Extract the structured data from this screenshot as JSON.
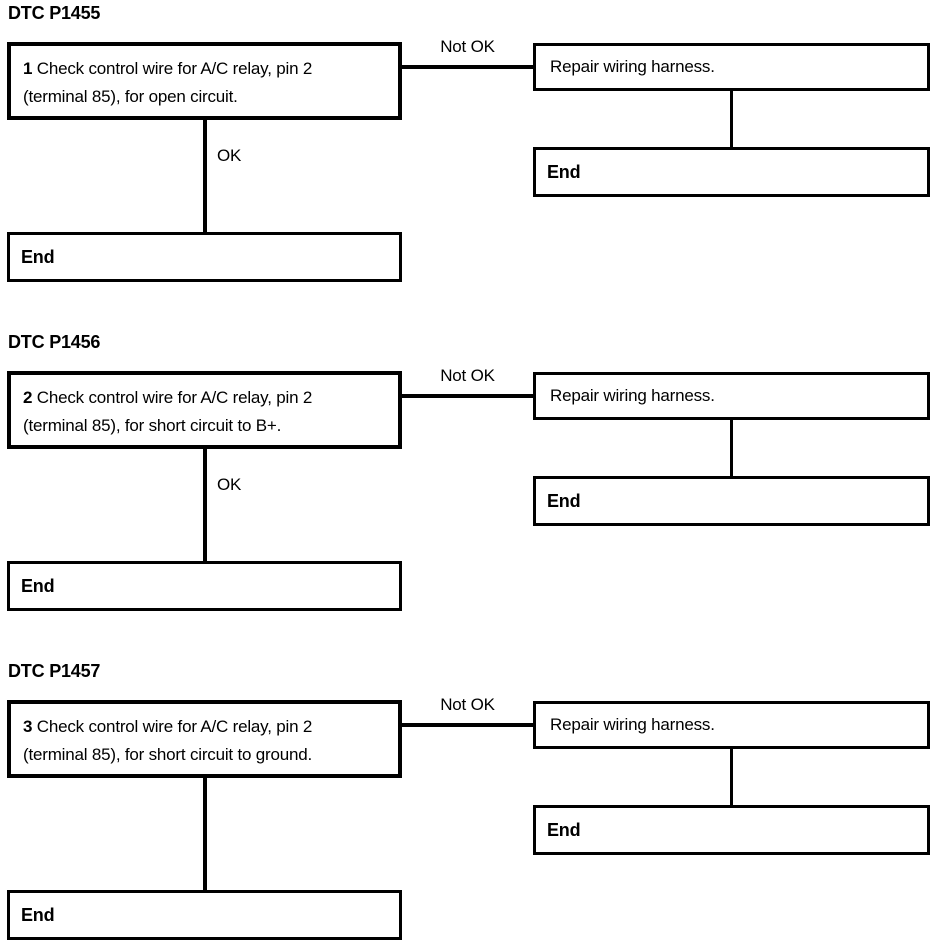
{
  "colors": {
    "line": "#000000",
    "background": "#ffffff",
    "text": "#000000"
  },
  "sections": [
    {
      "title": "DTC P1455",
      "step_number": "1",
      "step_line1": "Check control wire for A/C relay, pin 2",
      "step_line2": "(terminal 85), for open circuit.",
      "not_ok_label": "Not OK",
      "ok_label": "OK",
      "repair_text": "Repair wiring harness.",
      "end_right": "End",
      "end_left": "End"
    },
    {
      "title": "DTC P1456",
      "step_number": "2",
      "step_line1": "Check control wire for A/C relay, pin 2",
      "step_line2": "(terminal 85), for short circuit to B+.",
      "not_ok_label": "Not OK",
      "ok_label": "OK",
      "repair_text": "Repair wiring harness.",
      "end_right": "End",
      "end_left": "End"
    },
    {
      "title": "DTC P1457",
      "step_number": "3",
      "step_line1": "Check control wire for A/C relay, pin 2",
      "step_line2": "(terminal 85), for short circuit to ground.",
      "not_ok_label": "Not OK",
      "ok_label": "",
      "repair_text": "Repair wiring harness.",
      "end_right": "End",
      "end_left": "End"
    }
  ]
}
